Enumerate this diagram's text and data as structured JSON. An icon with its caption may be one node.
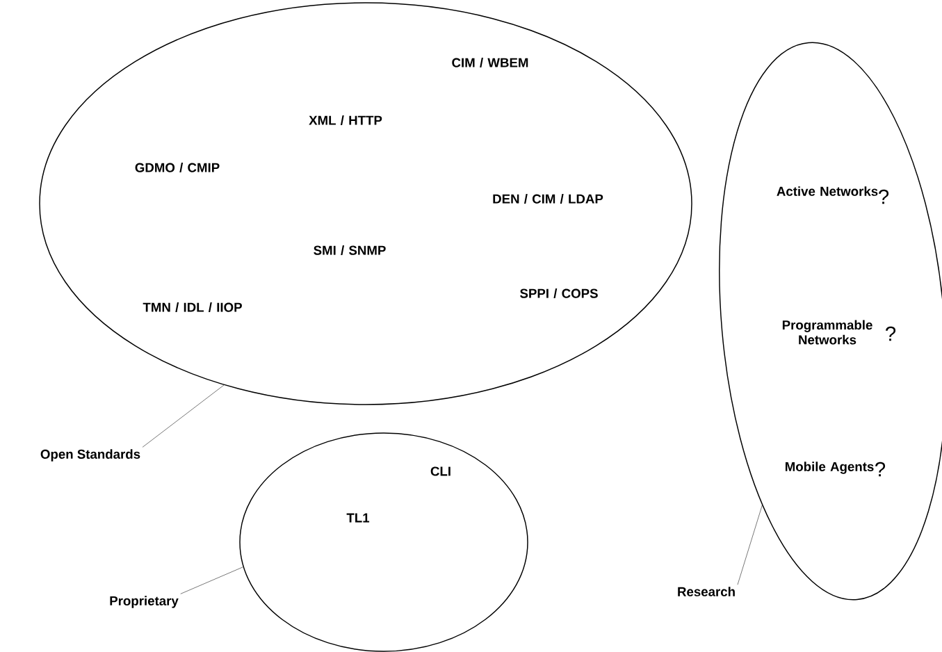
{
  "diagram": {
    "nodes": [
      {
        "text": [
          "**CIM** / **WBEM**",
          "**XML** / **HTTP**",
          "**GDMO** / **CMIP**",
          "**DEN** / **CIM** / **LDAP**",
          "**SMI** / **SNMP**",
          "**SPPI** / **COPS**",
          "**TMN** / **IDL** / **IIOP**"
        ]
      },
      {
        "text": [
          "Open Standards"
        ]
      },
      {
        "text": [
          "CLI",
          "TL1"
        ]
      },
      {
        "text": [
          "Proprietary"
        ]
      },
      {
        "text": [
          "Active Networks",
          "Programmable Networks",
          "Mobile Agents"
        ]
      },
      {
        "text": [
          "Research"
        ]
      }
    ],
    "edges": [
      {
        "from": 1,
        "to": 0,
        "arrow": "none"
      },
      {
        "from": 3,
        "to": 2,
        "arrow": "none"
      },
      {
        "from": 5,
        "to": 4,
        "arrow": "none"
      }
    ],
    "labels": [
      "?",
      "?",
      "?"
    ]
  }
}
